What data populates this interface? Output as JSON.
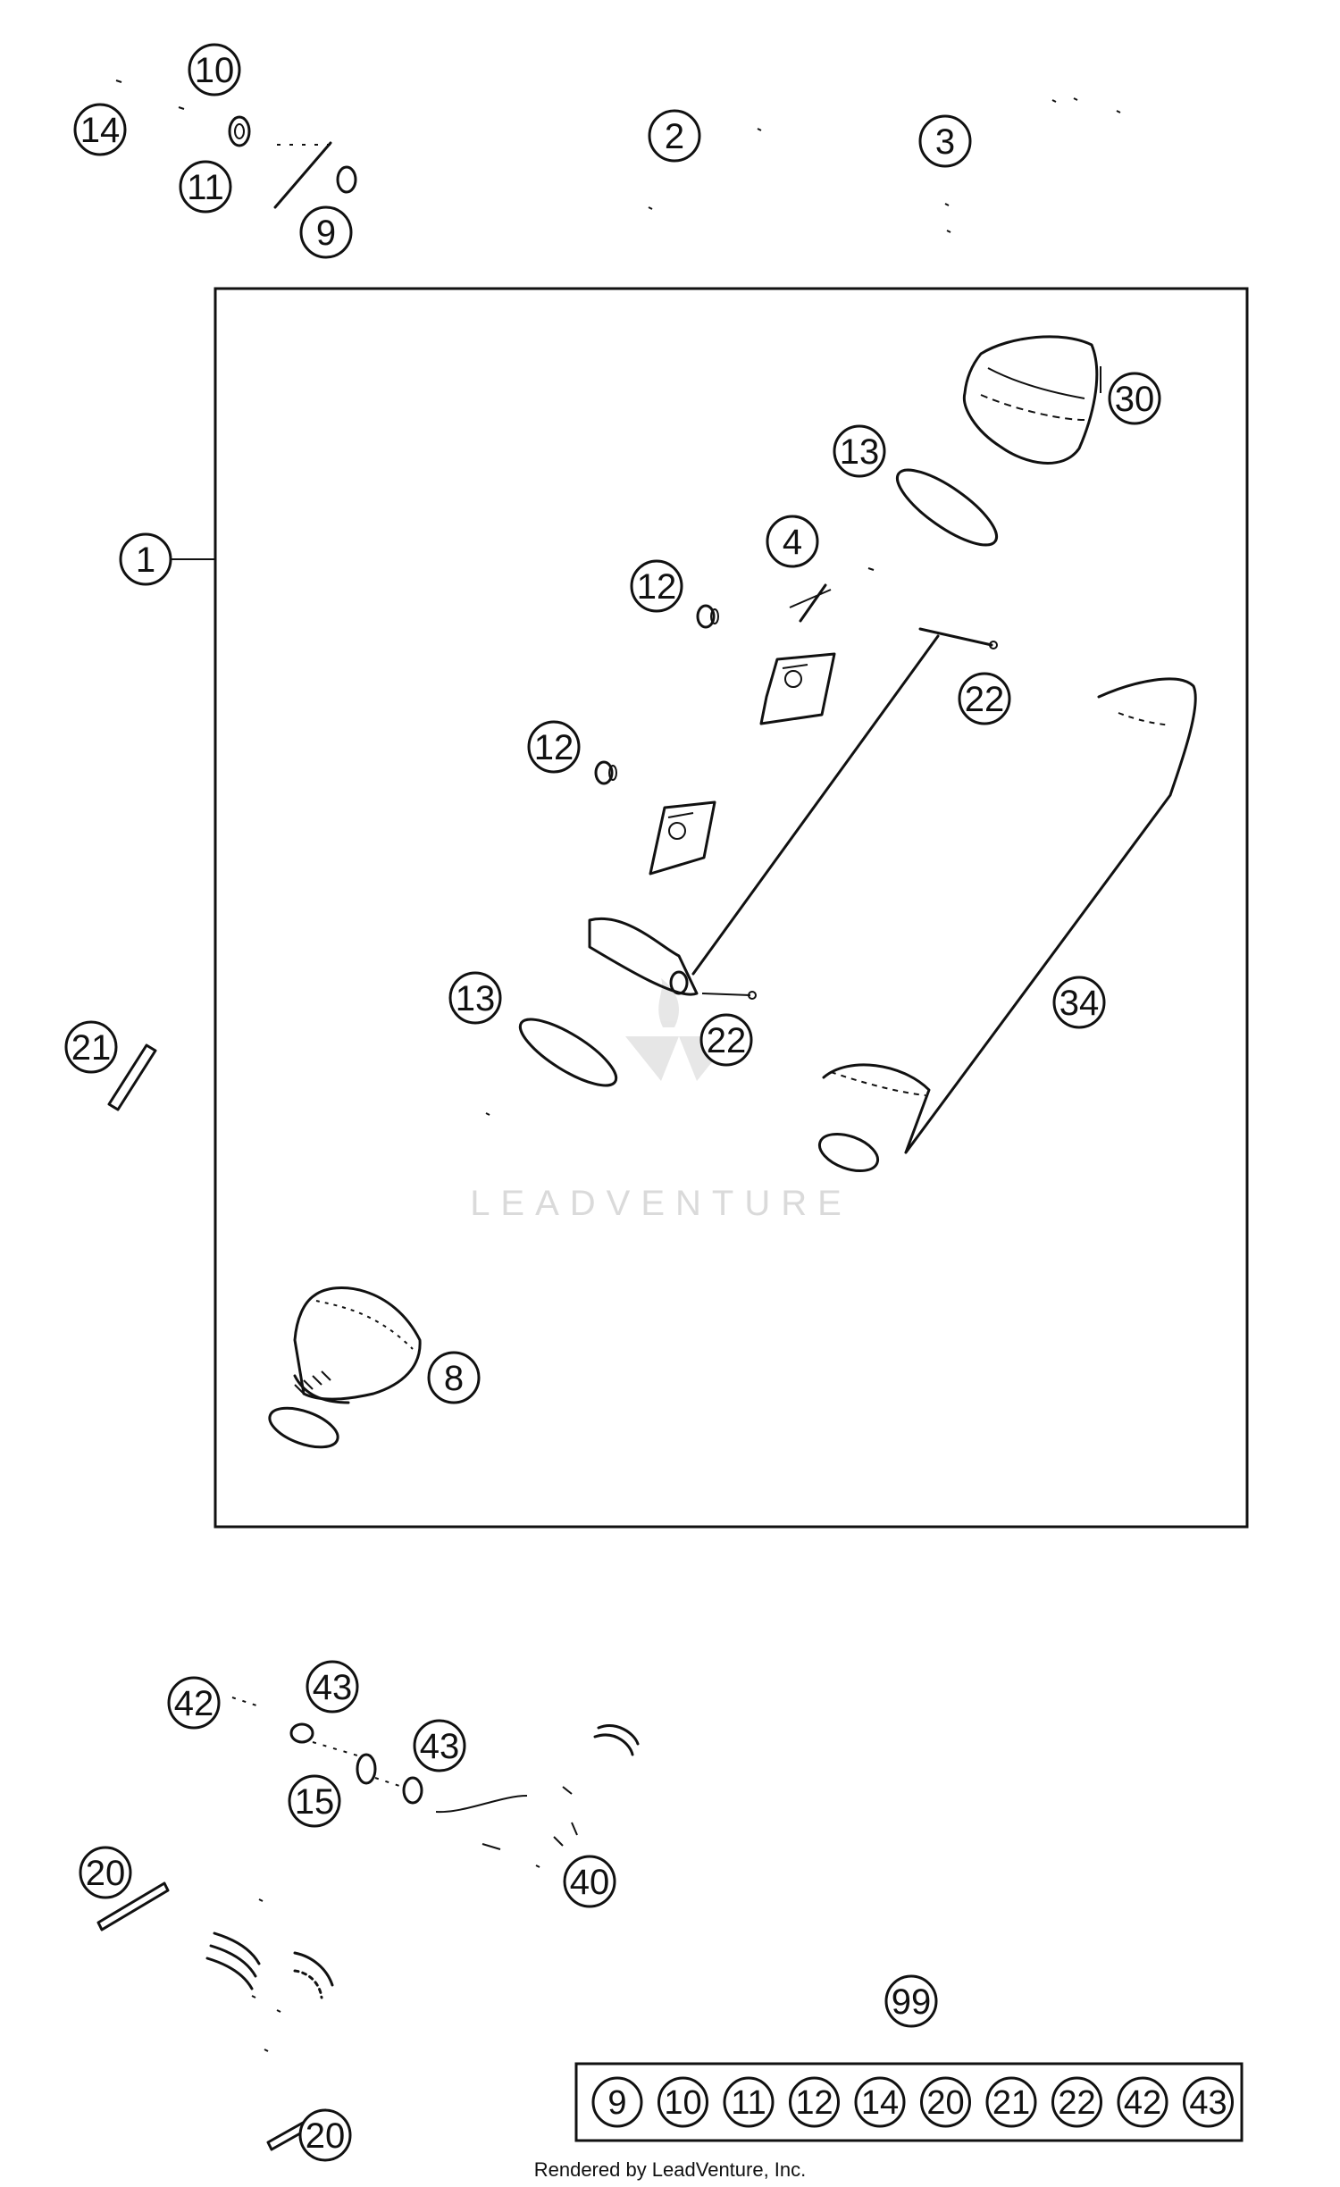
{
  "callouts": [
    {
      "id": "c14a",
      "label": "14"
    },
    {
      "id": "c10a",
      "label": "10"
    },
    {
      "id": "c11a",
      "label": "11"
    },
    {
      "id": "c9a",
      "label": "9"
    },
    {
      "id": "c2",
      "label": "2"
    },
    {
      "id": "c3",
      "label": "3"
    },
    {
      "id": "c30",
      "label": "30"
    },
    {
      "id": "c13a",
      "label": "13"
    },
    {
      "id": "c1",
      "label": "1"
    },
    {
      "id": "c4",
      "label": "4"
    },
    {
      "id": "c12a",
      "label": "12"
    },
    {
      "id": "c22a",
      "label": "22"
    },
    {
      "id": "c12b",
      "label": "12"
    },
    {
      "id": "c34",
      "label": "34"
    },
    {
      "id": "c13b",
      "label": "13"
    },
    {
      "id": "c22b",
      "label": "22"
    },
    {
      "id": "c21",
      "label": "21"
    },
    {
      "id": "c8",
      "label": "8"
    },
    {
      "id": "c42",
      "label": "42"
    },
    {
      "id": "c43a",
      "label": "43"
    },
    {
      "id": "c43b",
      "label": "43"
    },
    {
      "id": "c15",
      "label": "15"
    },
    {
      "id": "c40",
      "label": "40"
    },
    {
      "id": "c20a",
      "label": "20"
    },
    {
      "id": "c20b",
      "label": "20"
    },
    {
      "id": "c99",
      "label": "99"
    }
  ],
  "kit": {
    "items": [
      "9",
      "10",
      "11",
      "12",
      "14",
      "20",
      "21",
      "22",
      "42",
      "43"
    ]
  },
  "watermark": "LEADVENTURE",
  "credit": "Rendered by LeadVenture, Inc."
}
